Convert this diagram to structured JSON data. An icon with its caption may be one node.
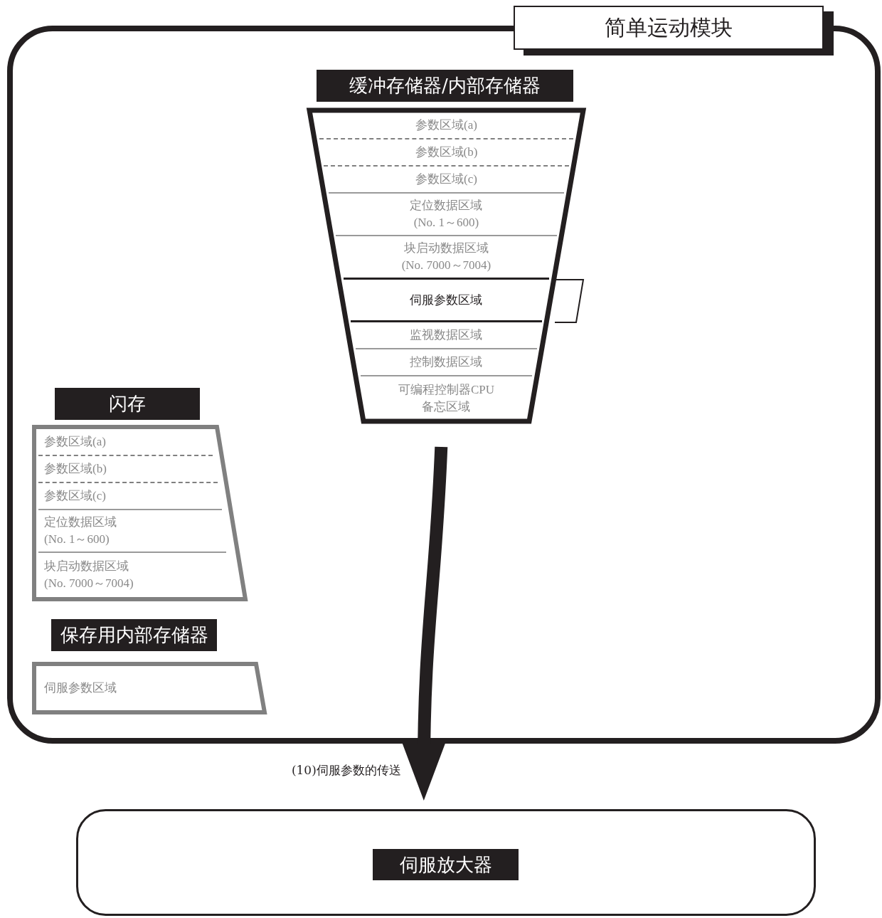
{
  "diagram": {
    "nodes": [
      {
        "text": [
          "简单运动模块"
        ]
      },
      {
        "text": [
          "缓冲存储器/内部存储器"
        ],
        "in": 0
      },
      {
        "text": [
          "参数区域(a)"
        ],
        "in": 1
      },
      {
        "text": [
          "参数区域(b)"
        ],
        "in": 1
      },
      {
        "text": [
          "参数区域(c)"
        ],
        "in": 1
      },
      {
        "text": [
          "定位数据区域 (No. 1～600)"
        ],
        "in": 1
      },
      {
        "text": [
          "块启动数据区域 (No. 7000～7004)"
        ],
        "in": 1
      },
      {
        "text": [
          "伺服参数区域"
        ],
        "in": 1
      },
      {
        "text": [
          "监视数据区域"
        ],
        "in": 1
      },
      {
        "text": [
          "控制数据区域"
        ],
        "in": 1
      },
      {
        "text": [
          "可编程控制器CPU备忘区域"
        ],
        "in": 1
      },
      {
        "text": [
          "闪存"
        ],
        "in": 0
      },
      {
        "text": [
          "参数区域(a)"
        ],
        "in": 11
      },
      {
        "text": [
          "参数区域(b)"
        ],
        "in": 11
      },
      {
        "text": [
          "参数区域(c)"
        ],
        "in": 11
      },
      {
        "text": [
          "定位数据区域 (No. 1～600)"
        ],
        "in": 11
      },
      {
        "text": [
          "块启动数据区域 (No. 7000～7004)"
        ],
        "in": 11
      },
      {
        "text": [
          "保存用内部存储器"
        ],
        "in": 0
      },
      {
        "text": [
          "伺服参数区域"
        ],
        "in": 17
      },
      {
        "text": [
          "伺服放大器"
        ]
      }
    ],
    "edges": [
      {
        "from": 1,
        "to": 19,
        "arrow": "to",
        "label": "(10)伺服参数的传送"
      }
    ]
  }
}
